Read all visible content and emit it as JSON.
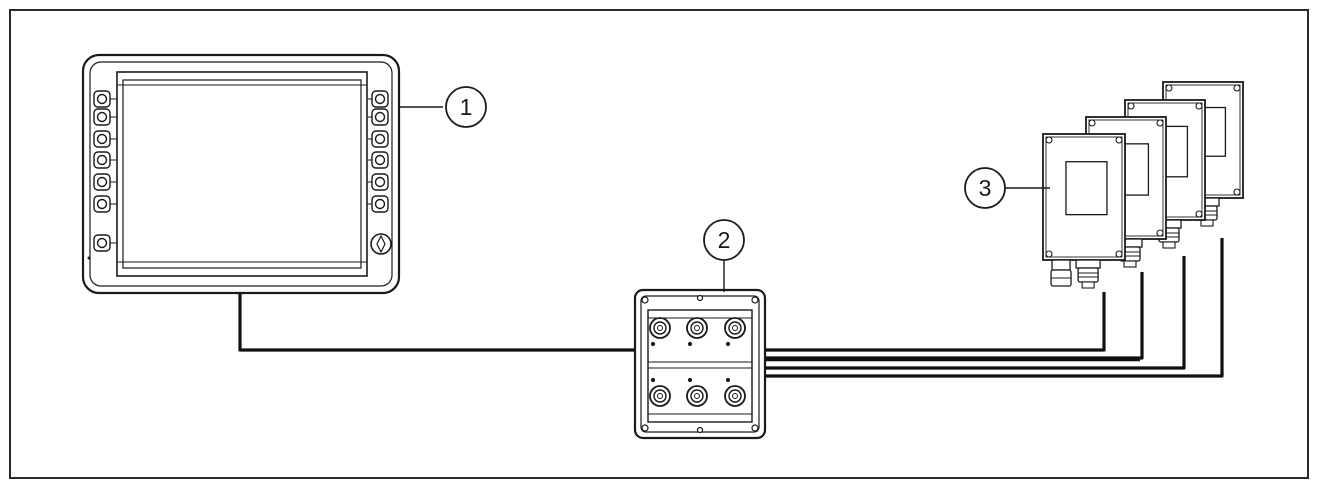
{
  "diagram": {
    "callouts": [
      {
        "id": "display",
        "label": "1"
      },
      {
        "id": "switch",
        "label": "2"
      },
      {
        "id": "cameras",
        "label": "3"
      }
    ],
    "colors": {
      "stroke": "#1a1a1a",
      "background": "#ffffff",
      "frame": "#2a2a2a"
    },
    "icons": [
      "display-unit-icon",
      "ethernet-switch-icon",
      "camera-unit-icon",
      "connector-port-icon"
    ]
  }
}
